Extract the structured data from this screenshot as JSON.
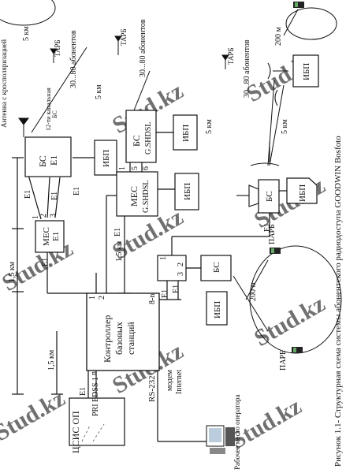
{
  "caption": "Рисунок 1.1- Структурная схема системы абонентского радиодоступа GOODWIN Bosfoto",
  "watermark": "Stud.kz",
  "nodes": {
    "mes_left": [
      "МЕС",
      "E1"
    ],
    "bs_top": [
      "БС",
      "E1"
    ],
    "ibp_top": "ИБП",
    "mes_mid": [
      "МЕС",
      "G.SHDSL"
    ],
    "ibp_mes_mid": "ИБП",
    "bs_mid": [
      "БС",
      "G.SHDSL"
    ],
    "ibp_bs_mid": "ИБП",
    "bs_right": "БС",
    "ibp_bs_right": "ИБП",
    "ibp_far": "ИБП",
    "bs_lower": "БС",
    "ibp_lower": "ИБП",
    "controller": [
      "Контроллер",
      "базовых",
      "станций"
    ],
    "tsis": "ЦСИС ОП"
  },
  "labels": {
    "antenna_cross": "Антенна с кросполяризацией",
    "channels_12": "12-ти канальная",
    "bs_small": "БС",
    "e1": "E1",
    "p1": "1",
    "p2": "2",
    "p3": "3",
    "p5": "5",
    "p6": "6",
    "p8n": "8-n",
    "pn": "n",
    "km5": "5 км",
    "km15": "1,5 км",
    "m200": "200 м",
    "tarb": "ТАРБ",
    "parb": "ПАРБ",
    "subs": "30...80 абонентов",
    "pri_edss1": "PRI EDSS 1",
    "rs232": "RS-232",
    "modem": "модем",
    "internet": "Internet",
    "operator": "Рабочее место оператора"
  }
}
